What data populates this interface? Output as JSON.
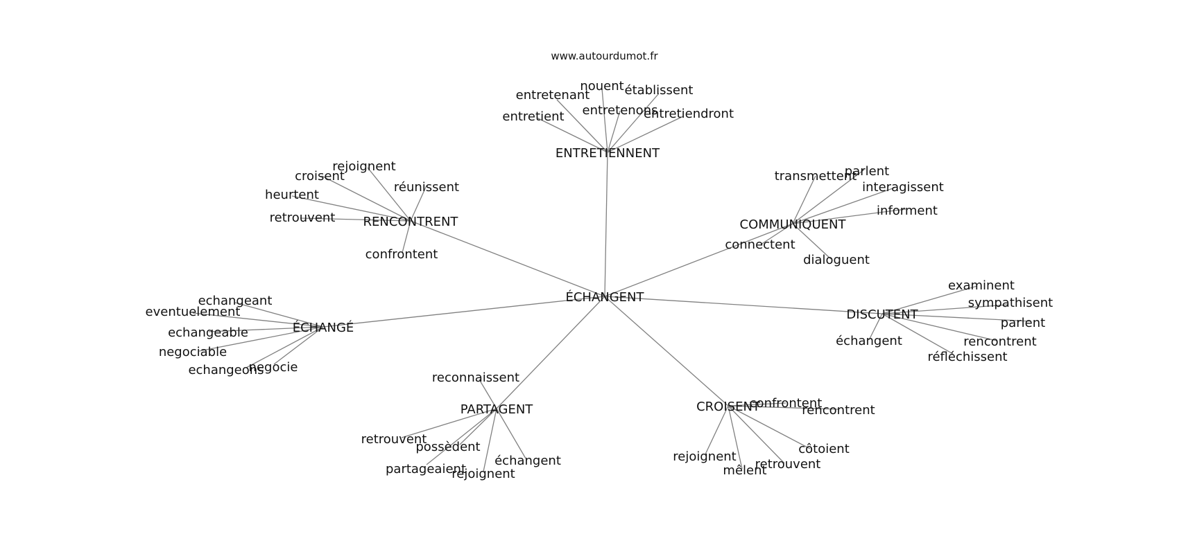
{
  "watermark": "www.autourdumot.fr",
  "graph": {
    "root": "ÉCHANGENT",
    "groups": [
      {
        "hub": "ENTRETIENNENT",
        "leaves": [
          "nouent",
          "entretenant",
          "établissent",
          "entretenons",
          "entretient",
          "entretiendront"
        ]
      },
      {
        "hub": "COMMUNIQUENT",
        "leaves": [
          "transmettent",
          "parlent",
          "interagissent",
          "informent",
          "connectent",
          "dialoguent"
        ]
      },
      {
        "hub": "DISCUTENT",
        "leaves": [
          "examinent",
          "sympathisent",
          "parlent",
          "échangent",
          "rencontrent",
          "réfléchissent"
        ]
      },
      {
        "hub": "CROISENT",
        "leaves": [
          "confrontent",
          "rencontrent",
          "côtoient",
          "rejoignent",
          "retrouvent",
          "mêlent"
        ]
      },
      {
        "hub": "PARTAGENT",
        "leaves": [
          "reconnaissent",
          "retrouvent",
          "possèdent",
          "échangent",
          "partageaient",
          "rejoignent"
        ]
      },
      {
        "hub": "ÉCHANGÉ",
        "leaves": [
          "echangeant",
          "eventuelement",
          "echangeable",
          "negociable",
          "negocie",
          "echangeons"
        ]
      },
      {
        "hub": "RENCONTRENT",
        "leaves": [
          "rejoignent",
          "croisent",
          "réunissent",
          "heurtent",
          "retrouvent",
          "confrontent"
        ]
      }
    ]
  }
}
